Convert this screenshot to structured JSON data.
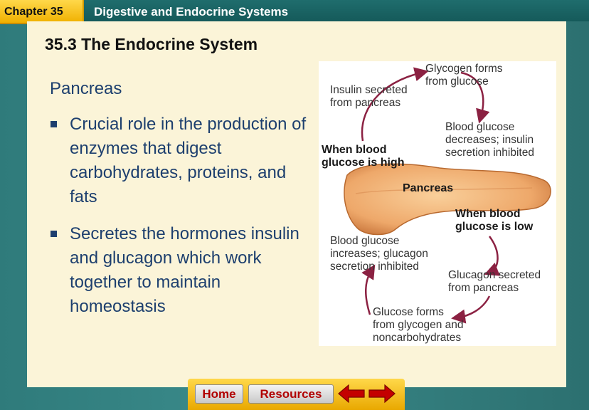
{
  "header": {
    "chapter": "Chapter 35",
    "topic": "Digestive and Endocrine Systems"
  },
  "slide": {
    "title": "35.3 The Endocrine System",
    "subheading": "Pancreas",
    "bullets": [
      "Crucial role in the production of enzymes that digest carbohydrates, proteins, and fats",
      "Secretes the hormones insulin and glucagon which work together to maintain homeostasis"
    ]
  },
  "diagram": {
    "glycogen_forms": [
      "Glycogen forms",
      "from glucose"
    ],
    "insulin_secreted": [
      "Insulin secreted",
      "from pancreas"
    ],
    "blood_glucose_decreases": [
      "Blood glucose",
      "decreases; insulin",
      "secretion inhibited"
    ],
    "when_high": [
      "When blood",
      "glucose is high"
    ],
    "pancreas_label": "Pancreas",
    "when_low": [
      "When blood",
      "glucose is low"
    ],
    "blood_glucose_increases": [
      "Blood glucose",
      "increases; glucagon",
      "secretion inhibited"
    ],
    "glucagon_secreted": [
      "Glucagon secreted",
      "from pancreas"
    ],
    "glucose_forms": [
      "Glucose forms",
      "from glycogen and",
      "noncarbohydrates"
    ]
  },
  "nav": {
    "home": "Home",
    "resources": "Resources",
    "back_icon": "left-arrow-icon",
    "forward_icon": "right-arrow-icon"
  },
  "colors": {
    "frame": "#2f7a7a",
    "page": "#fbf4d8",
    "tab": "#f5c21a",
    "bullet_text": "#1d3f6e",
    "cycle_arrow": "#8b2142",
    "pancreas": "#f2b57a"
  }
}
